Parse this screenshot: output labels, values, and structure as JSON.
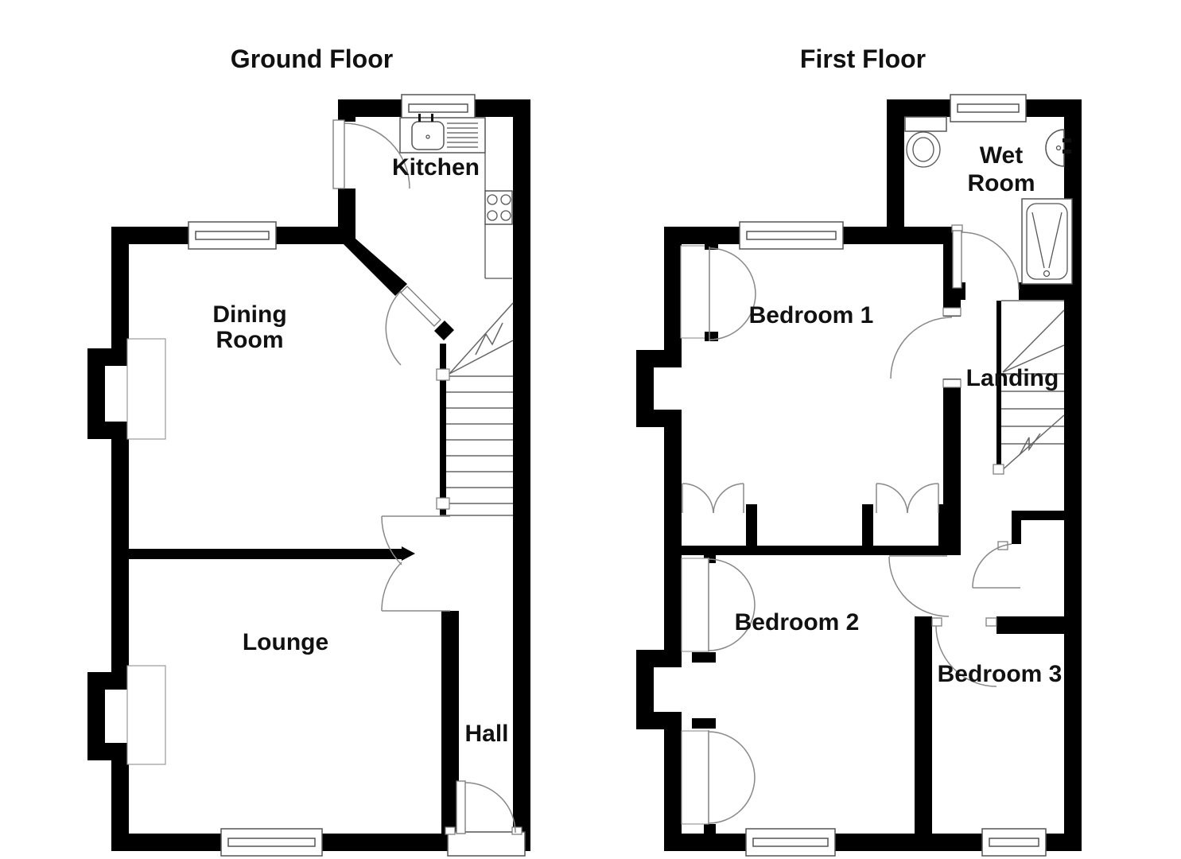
{
  "ground_floor": {
    "title": "Ground Floor",
    "rooms": {
      "kitchen": "Kitchen",
      "dining_line1": "Dining",
      "dining_line2": "Room",
      "lounge": "Lounge",
      "hall": "Hall"
    }
  },
  "first_floor": {
    "title": "First Floor",
    "rooms": {
      "wet_line1": "Wet",
      "wet_line2": "Room",
      "bedroom1": "Bedroom 1",
      "landing": "Landing",
      "bedroom2": "Bedroom 2",
      "bedroom3": "Bedroom 3"
    }
  }
}
